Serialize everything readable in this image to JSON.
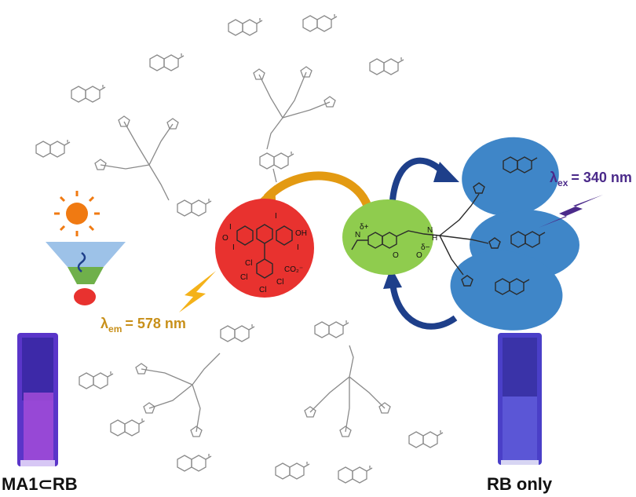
{
  "figure": {
    "lambda_em": {
      "symbol": "λ",
      "sub": "em",
      "value": "= 578 nm",
      "color": "#c8901a"
    },
    "lambda_ex": {
      "symbol": "λ",
      "sub": "ex",
      "value": "= 340 nm",
      "color": "#4b2a8a"
    },
    "vial_left_label": "MA1⊂RB",
    "vial_right_label": "RB only",
    "colors": {
      "rb_core": "#e8322f",
      "coumarin_core": "#8fcc4e",
      "donor_ellipse": "#3f86c8",
      "arrow_orange": "#e39a12",
      "arrow_blue": "#1e3f8a",
      "lightning_em": "#f4b21a",
      "lightning_ex": "#4b2a8a",
      "vial_purple": "#6a3fd0",
      "funnel_blue": "#6fa6d8",
      "funnel_green": "#6fb04a",
      "sun": "#f07a12"
    },
    "rb_atoms": {
      "i1": "I",
      "i2": "I",
      "i3": "I",
      "i4": "I",
      "o": "O",
      "oh": "OH",
      "co2": "CO₂⁻",
      "cl1": "Cl",
      "cl2": "Cl",
      "cl3": "Cl",
      "cl4": "Cl"
    },
    "coumarin_atoms": {
      "n": "N",
      "charge": "δ+",
      "o1": "O",
      "o2": "O",
      "charge2": "δ−",
      "nh": "N",
      "h": "H"
    }
  }
}
